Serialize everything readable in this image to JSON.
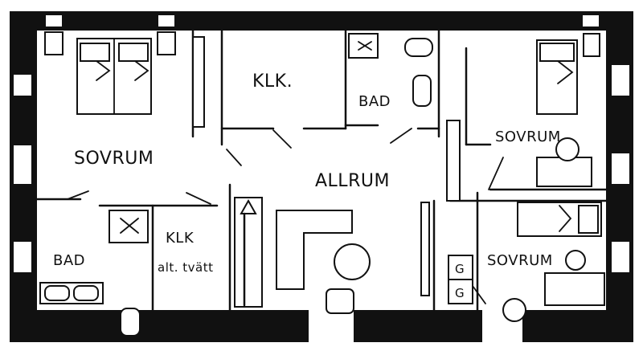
{
  "rooms": {
    "sovrum_left": "SOVRUM",
    "klk_top": "KLK.",
    "bad_top": "BAD",
    "sovrum_right_top": "SOVRUM",
    "allrum": "ALLRUM",
    "bad_left": "BAD",
    "klk_small": "KLK",
    "klk_small_sub": "alt. tvätt",
    "sovrum_right_bottom": "SOVRUM",
    "appliance_g1": "G",
    "appliance_g2": "G"
  },
  "colors": {
    "ink": "#111111",
    "paper": "#ffffff"
  }
}
